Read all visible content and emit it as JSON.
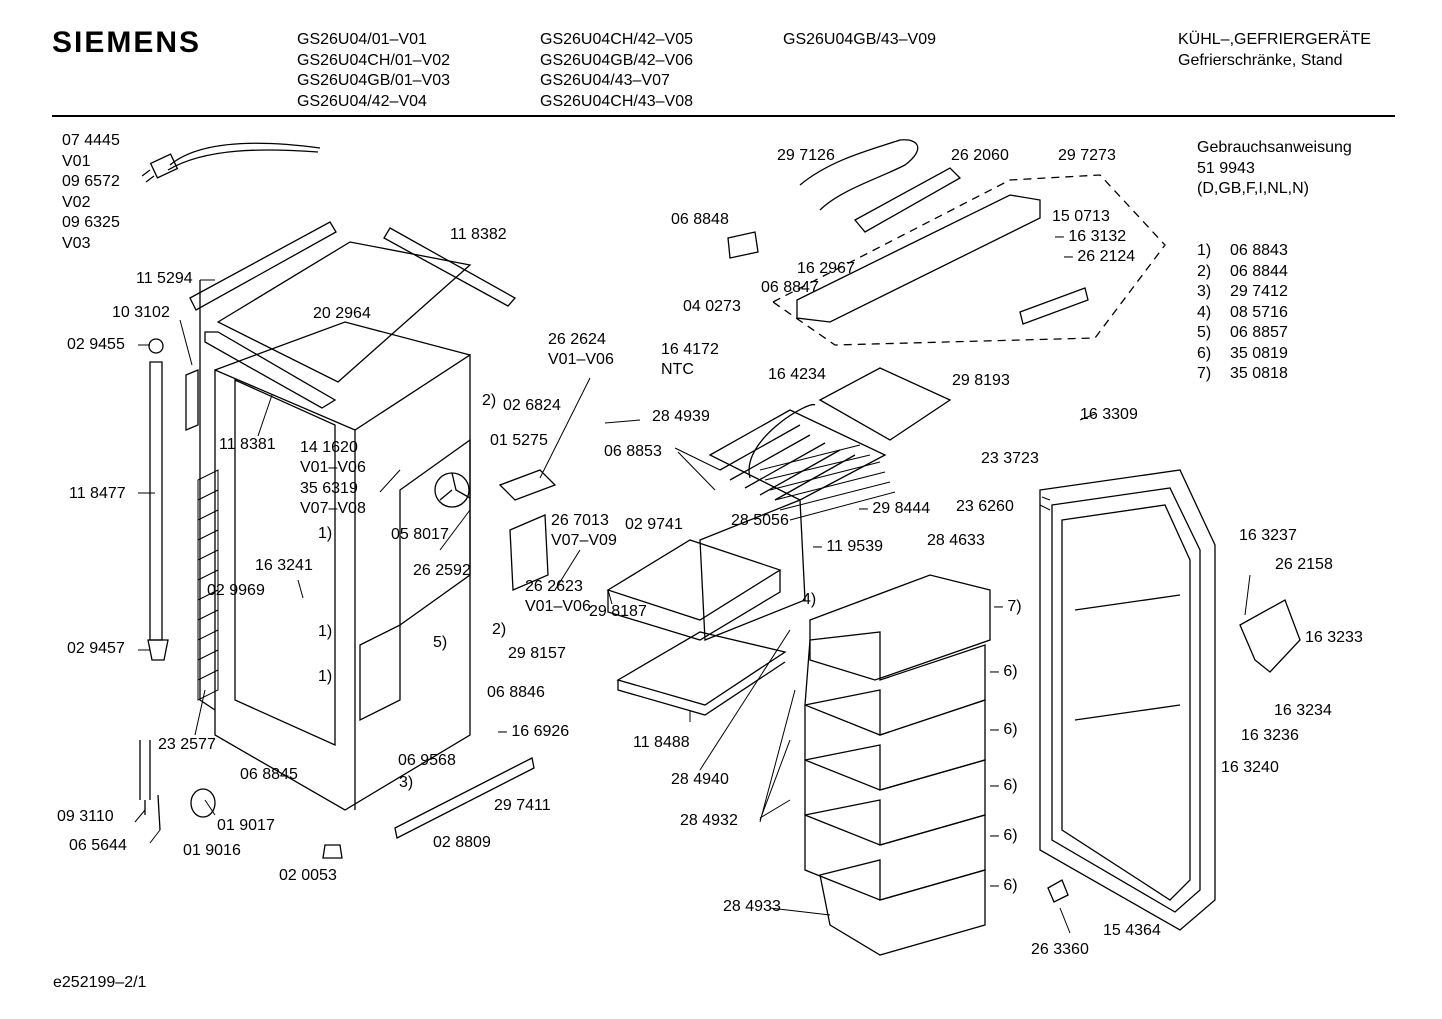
{
  "header": {
    "brand": "SIEMENS",
    "model_col1": [
      "GS26U04/01–V01",
      "GS26U04CH/01–V02",
      "GS26U04GB/01–V03",
      "GS26U04/42–V04"
    ],
    "model_col2": [
      "GS26U04CH/42–V05",
      "GS26U04GB/42–V06",
      "GS26U04/43–V07",
      "GS26U04CH/43–V08"
    ],
    "model_col3": [
      "GS26U04GB/43–V09"
    ],
    "category": [
      "KÜHL–,GEFRIERGERÄTE",
      "Gefrierschränke, Stand"
    ]
  },
  "manual": {
    "title": "Gebrauchsanweisung",
    "number": "51 9943",
    "languages": "(D,GB,F,I,NL,N)"
  },
  "notes": [
    {
      "key": "1)",
      "part": "06 8843"
    },
    {
      "key": "2)",
      "part": "06 8844"
    },
    {
      "key": "3)",
      "part": "29 7412"
    },
    {
      "key": "4)",
      "part": "08 5716"
    },
    {
      "key": "5)",
      "part": "06 8857"
    },
    {
      "key": "6)",
      "part": "35 0819"
    },
    {
      "key": "7)",
      "part": "35 0818"
    }
  ],
  "cable_list": [
    "07 4445",
    "V01",
    "09 6572",
    "V02",
    "09 6325",
    "V03"
  ],
  "labels": [
    "29 7126",
    "26 2060",
    "29 7273",
    "06 8848",
    "15 0713",
    "– 16 3132",
    "– 26 2124",
    "16 2967",
    "06 8847",
    "04 0273",
    "11 8382",
    "11 5294",
    "20 2964",
    "10 3102",
    "02 9455",
    "26 2624",
    "V01–V06",
    "16 4172",
    "NTC",
    "16 4234",
    "29 8193",
    "16 3309",
    "2)",
    "02 6824",
    "28 4939",
    "01 5275",
    "06 8853",
    "11 8381",
    "14 1620",
    "V01–V06",
    "35 6319",
    "V07–V08",
    "23 3723",
    "23 6260",
    "11 8477",
    "– 29 8444",
    "26 7013",
    "V07–V09",
    "02 9741",
    "28 5056",
    "– 11 9539",
    "28 4633",
    "16 3237",
    "26 2158",
    "1)",
    "05 8017",
    "16 3241",
    "26 2592",
    "26 2623",
    "V01–V06",
    "– 7)",
    "02 9969",
    "1)",
    "2)",
    "5)",
    "29 8187",
    "29 8157",
    "4)",
    "16 3233",
    "02 9457",
    "– 6)",
    "1)",
    "06 8846",
    "16 3234",
    "23 2577",
    "– 16 6926",
    "11 8488",
    "16 3236",
    "– 6)",
    "06 8845",
    "06 9568",
    "28 4940",
    "16 3240",
    "3)",
    "– 6)",
    "29 7411",
    "28 4932",
    "09 3110",
    "01 9017",
    "– 6)",
    "02 8809",
    "06 5644",
    "01 9016",
    "– 6)",
    "02 0053",
    "28 4933",
    "15 4364",
    "26 3360"
  ],
  "footer": {
    "code": "e252199–2/1"
  }
}
